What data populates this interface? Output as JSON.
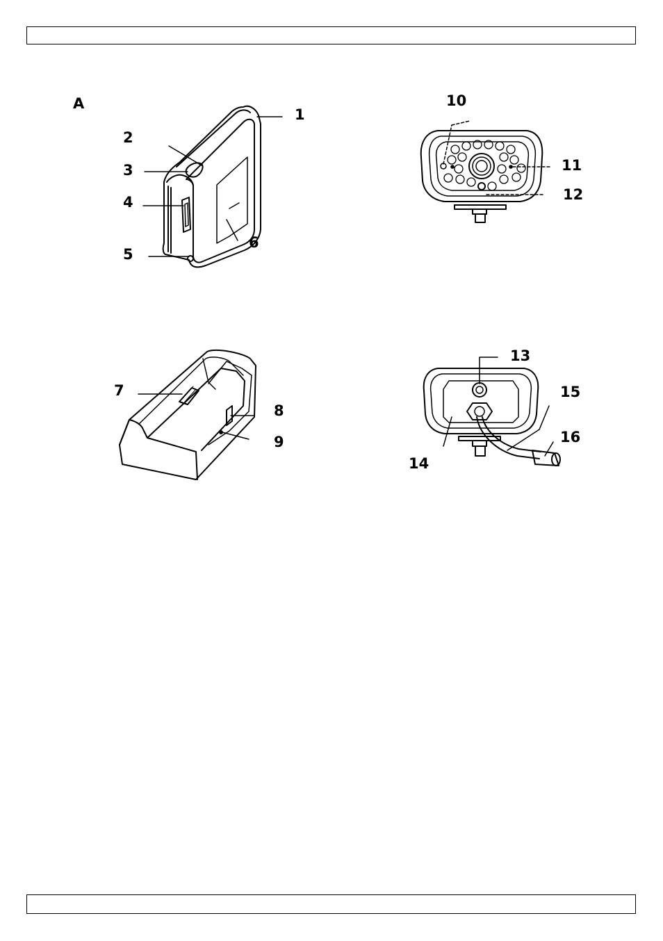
{
  "header": {
    "text": ""
  },
  "footer": {
    "text": ""
  },
  "figure": {
    "section_label": "A",
    "monitor": {
      "callouts": [
        "1",
        "2",
        "3",
        "4",
        "5",
        "6"
      ]
    },
    "camera_front": {
      "callouts": [
        "10",
        "11",
        "12"
      ]
    },
    "charging_cradle": {
      "callouts": [
        "7",
        "8",
        "9"
      ]
    },
    "camera_back": {
      "callouts": [
        "13",
        "14",
        "15",
        "16"
      ]
    }
  }
}
